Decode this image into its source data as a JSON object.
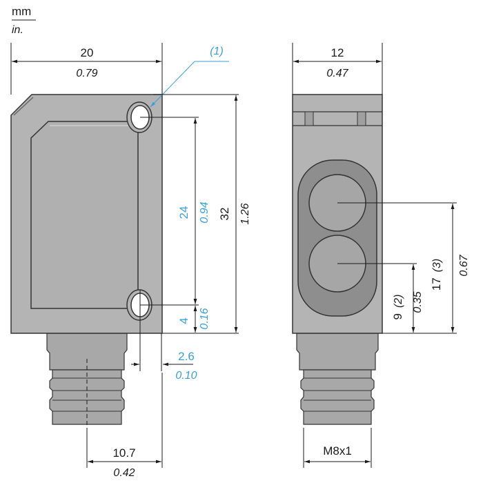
{
  "units": {
    "top": "mm",
    "bottom": "in."
  },
  "front_view": {
    "width": {
      "mm": "20",
      "in": "0.79"
    },
    "callout": "(1)",
    "hole_spacing": {
      "mm": "24",
      "in": "0.94"
    },
    "height": {
      "mm": "32",
      "in": "1.26"
    },
    "hole_to_bottom": {
      "mm": "4",
      "in": "0.16"
    },
    "hole_offset": {
      "mm": "2.6",
      "in": "0.10"
    },
    "connector_offset": {
      "mm": "10.7",
      "in": "0.42"
    }
  },
  "side_view": {
    "width": {
      "mm": "12",
      "in": "0.47"
    },
    "lens_lower": {
      "mm": "9",
      "note": "(2)",
      "in": "0.35"
    },
    "lens_upper": {
      "mm": "17",
      "note": "(3)",
      "in": "0.67"
    },
    "thread": "M8x1"
  },
  "colors": {
    "blue": "#3a9fd8",
    "body": "#b4b4b4",
    "lens": "#999999"
  }
}
